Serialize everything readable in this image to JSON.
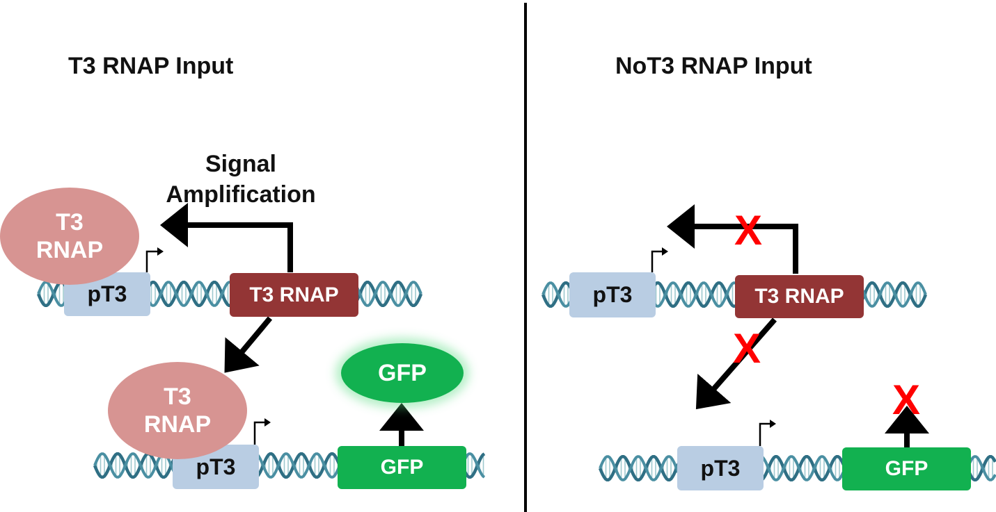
{
  "left_panel": {
    "title": "T3 RNAP Input",
    "signal_label_line1": "Signal",
    "signal_label_line2": "Amplification",
    "rnap_protein_top": {
      "line1": "T3",
      "line2": "RNAP"
    },
    "rnap_protein_bottom": {
      "line1": "T3",
      "line2": "RNAP"
    },
    "promoter_top": "pT3",
    "rnap_gene": "T3 RNAP",
    "promoter_bottom": "pT3",
    "gfp_gene": "GFP",
    "gfp_protein": "GFP"
  },
  "right_panel": {
    "title": "NoT3 RNAP Input",
    "promoter_top": "pT3",
    "rnap_gene": "T3 RNAP",
    "promoter_bottom": "pT3",
    "gfp_gene": "GFP",
    "block_marks": [
      "X",
      "X",
      "X"
    ]
  },
  "colors": {
    "promoter": "#b9cde3",
    "rnap_gene": "#933535",
    "rnap_protein": "#d79492",
    "gfp": "#12b150",
    "block_mark": "#ff0000",
    "dna_dark": "#2f6f84",
    "dna_light": "#9ec9cf"
  },
  "icons": [
    "dna-helix-icon",
    "promoter-arrow-icon",
    "arrow-icon",
    "block-x-icon"
  ]
}
